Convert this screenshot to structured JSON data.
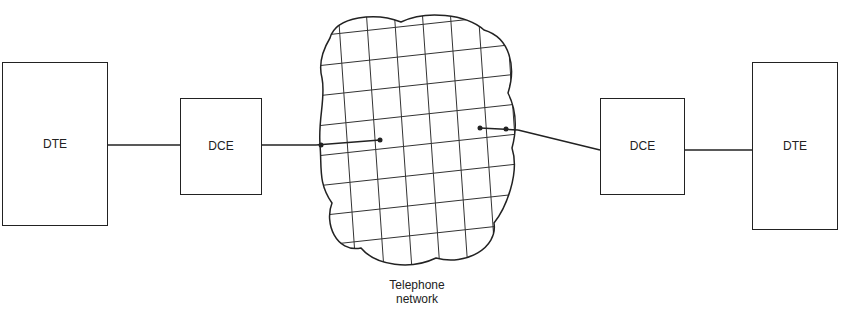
{
  "diagram": {
    "nodes": [
      {
        "text": [
          "DTE"
        ]
      },
      {
        "text": [
          "DCE"
        ]
      },
      {
        "text": [
          "Telephone network"
        ]
      },
      {
        "text": [
          "DCE"
        ]
      },
      {
        "text": [
          "DTE"
        ]
      }
    ],
    "edges": [
      {
        "from": 0,
        "to": 1,
        "arrow": "none"
      },
      {
        "from": 1,
        "to": 2,
        "arrow": "none"
      },
      {
        "from": 2,
        "to": 3,
        "arrow": "none"
      },
      {
        "from": 3,
        "to": 4,
        "arrow": "none"
      }
    ]
  }
}
